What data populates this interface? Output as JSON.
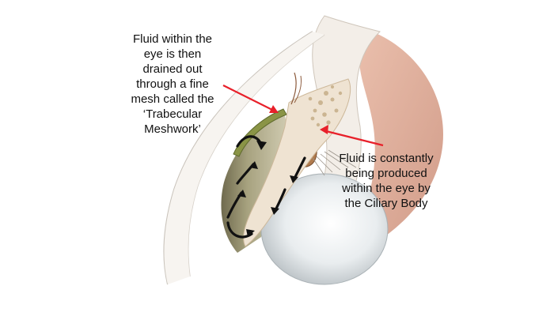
{
  "callouts": {
    "trabecular": {
      "lines": [
        "Fluid within the",
        "eye is then",
        "drained out",
        "through a fine",
        "mesh called the",
        "‘Trabecular",
        "Meshwork’"
      ]
    },
    "ciliary": {
      "lines": [
        "Fluid is constantly",
        "being produced",
        "within the eye by",
        "the Ciliary Body"
      ]
    }
  },
  "colors": {
    "background": "#ffffff",
    "pointer": "#e8202a",
    "flow_arrow": "#111111",
    "sclera": "#f2ece6",
    "cornea_edge": "#c9c3bb",
    "iris": "#ecdcc8",
    "iris_dots": "#cbb592",
    "ciliary": "#b07b4e",
    "trabecular": "#8a9446",
    "anterior_chamber": "#a6a07c",
    "lens": "#e4e8ea",
    "choroid": "#d9a590"
  },
  "icons": {
    "pointer": "red-arrow-icon",
    "flow": "curved-black-arrow-icon"
  }
}
